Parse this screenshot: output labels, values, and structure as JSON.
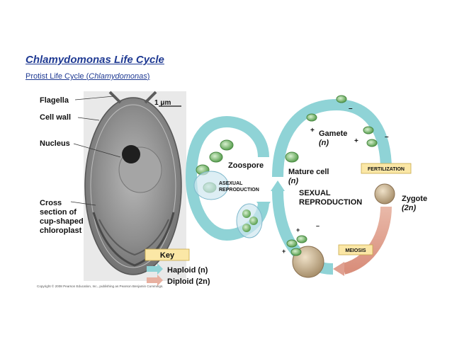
{
  "header": {
    "title": "Chlamydomonas Life Cycle",
    "subtitle_prefix": "Protist Life Cycle (",
    "subtitle_italic": "Chlamydomonas",
    "subtitle_suffix": ")"
  },
  "micrograph": {
    "labels": {
      "flagella": "Flagella",
      "cell_wall": "Cell wall",
      "nucleus": "Nucleus",
      "chloroplast_1": "Cross",
      "chloroplast_2": "section of",
      "chloroplast_3": "cup-shaped",
      "chloroplast_4": "chloroplast"
    },
    "scale": "1 μm"
  },
  "cycle": {
    "zoospore": "Zoospore",
    "asexual_1": "ASEXUAL",
    "asexual_2": "REPRODUCTION",
    "mature_cell": "Mature cell",
    "mature_ploidy": "(n)",
    "gamete": "Gamete",
    "gamete_ploidy": "(n)",
    "sexual_1": "SEXUAL",
    "sexual_2": "REPRODUCTION",
    "fertilization": "FERTILIZATION",
    "zygote": "Zygote",
    "zygote_ploidy": "(2n)",
    "meiosis": "MEIOSIS",
    "plus": "+",
    "minus": "–"
  },
  "key": {
    "title": "Key",
    "haploid": "Haploid (n)",
    "diploid": "Diploid (2n)"
  },
  "colors": {
    "haploid": "#8fd3d6",
    "diploid": "#e8b0a0",
    "label_box": "#fbe7a6",
    "title": "#1f3a93"
  },
  "copyright": "Copyright © 2008 Pearson Education, Inc., publishing as Pearson Benjamin Cummings."
}
